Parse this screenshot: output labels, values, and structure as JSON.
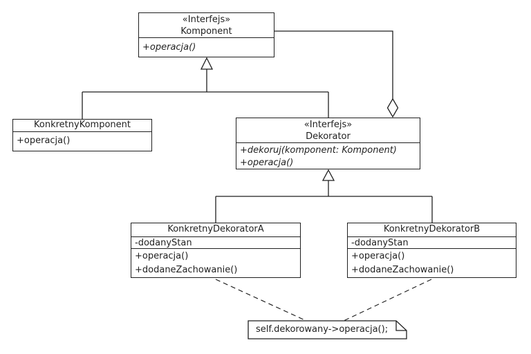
{
  "diagram": {
    "kind": "uml-class-diagram",
    "pattern": "Dekorator (Decorator)",
    "colors": {
      "line": "#1f1f1f",
      "fill": "#ffffff",
      "background": "#ffffff"
    },
    "classes": {
      "komponent": {
        "stereotype": "«Interfejs»",
        "name": "Komponent",
        "methods": [
          "+operacja()"
        ]
      },
      "konkretnyKomponent": {
        "name": "KonkretnyKomponent",
        "methods": [
          "+operacja()"
        ]
      },
      "dekorator": {
        "stereotype": "«Interfejs»",
        "name": "Dekorator",
        "methods": [
          "+dekoruj(komponent: Komponent)",
          "+operacja()"
        ]
      },
      "konkretnyDekoratorA": {
        "name": "KonkretnyDekoratorA",
        "attributes": [
          "-dodanyStan"
        ],
        "methods": [
          "+operacja()",
          "+dodaneZachowanie()"
        ]
      },
      "konkretnyDekoratorB": {
        "name": "KonkretnyDekoratorB",
        "attributes": [
          "-dodanyStan"
        ],
        "methods": [
          "+operacja()",
          "+dodaneZachowanie()"
        ]
      }
    },
    "note": {
      "text": "self.dekorowany->operacja();"
    },
    "relationships": [
      {
        "type": "generalization",
        "from": "KonkretnyKomponent",
        "to": "Komponent"
      },
      {
        "type": "generalization",
        "from": "Dekorator",
        "to": "Komponent"
      },
      {
        "type": "aggregation",
        "from": "Dekorator",
        "to": "Komponent"
      },
      {
        "type": "generalization",
        "from": "KonkretnyDekoratorA",
        "to": "Dekorator"
      },
      {
        "type": "generalization",
        "from": "KonkretnyDekoratorB",
        "to": "Dekorator"
      },
      {
        "type": "note-attachment",
        "from": "note",
        "to": "KonkretnyDekoratorA",
        "style": "dashed"
      },
      {
        "type": "note-attachment",
        "from": "note",
        "to": "KonkretnyDekoratorB",
        "style": "dashed"
      }
    ]
  }
}
